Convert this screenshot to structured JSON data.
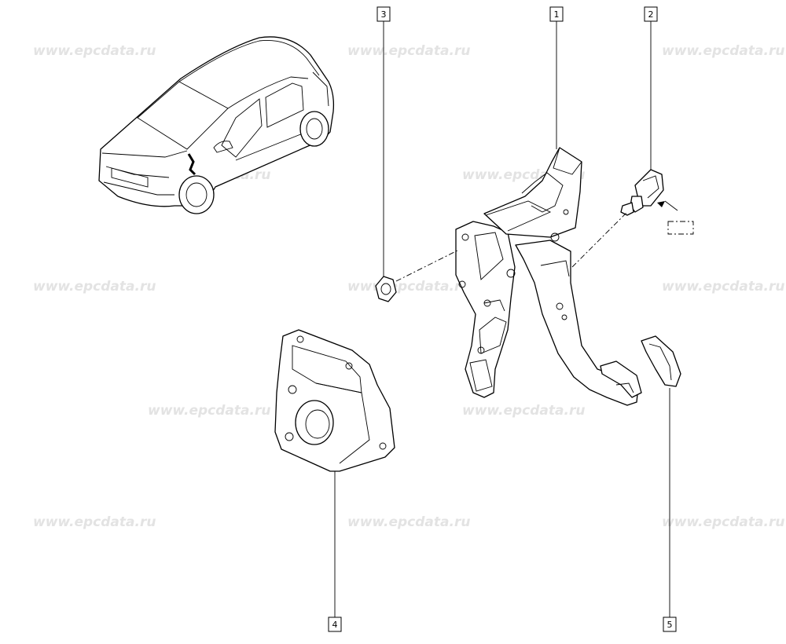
{
  "watermark": "www.epcdata.ru",
  "callouts": [
    "1",
    "2",
    "3",
    "4",
    "5"
  ]
}
